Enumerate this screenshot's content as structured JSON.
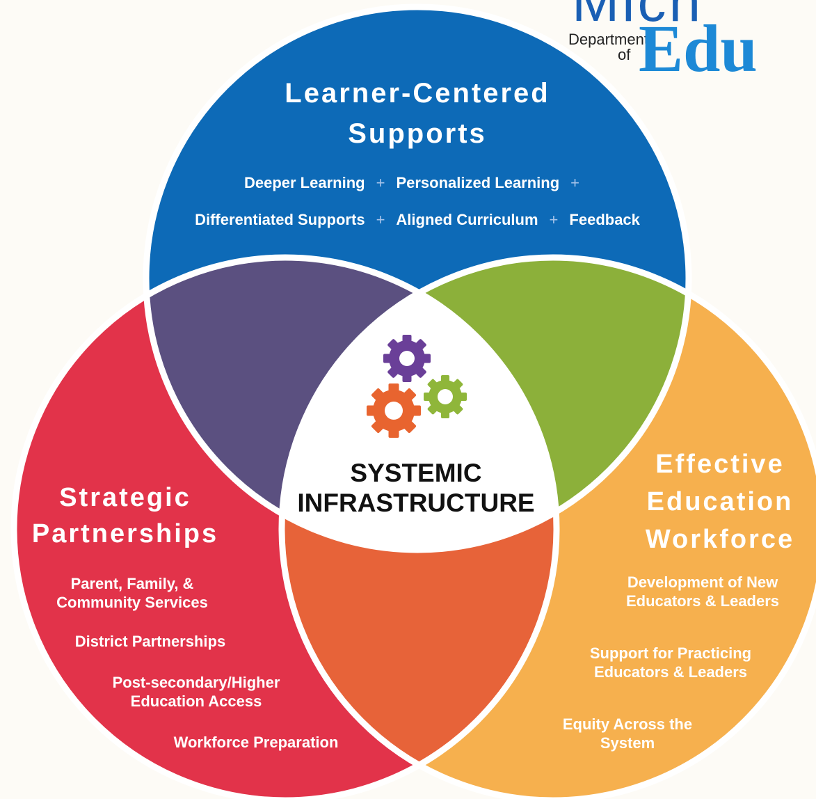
{
  "logo": {
    "department": "Department",
    "of": "of",
    "word": "Edu",
    "partial_top": "Mich"
  },
  "diagram": {
    "center": {
      "line1": "SYSTEMIC",
      "line2": "INFRASTRUCTURE"
    },
    "top": {
      "title_line1": "Learner-Centered",
      "title_line2": "Supports",
      "row1": [
        "Deeper Learning",
        "Personalized Learning"
      ],
      "row2": [
        "Differentiated Supports",
        "Aligned Curriculum",
        "Feedback"
      ],
      "separator": "+"
    },
    "left": {
      "title_line1": "Strategic",
      "title_line2": "Partnerships",
      "items": [
        [
          "Parent, Family, &",
          "Community Services"
        ],
        [
          "District Partnerships"
        ],
        [
          "Post-secondary/Higher",
          "Education Access"
        ],
        [
          "Workforce Preparation"
        ]
      ]
    },
    "right": {
      "title_line1": "Effective",
      "title_line2": "Education",
      "title_line3": "Workforce",
      "items": [
        [
          "Development of New",
          "Educators & Leaders"
        ],
        [
          "Support for Practicing",
          "Educators & Leaders"
        ],
        [
          "Equity Across the",
          "System"
        ]
      ]
    }
  },
  "colors": {
    "top_circle": "#0d6ab7",
    "left_circle": "#e2334a",
    "right_circle": "#f6b04e",
    "top_left_overlap": "#5b5080",
    "top_right_overlap": "#8cb03a",
    "bottom_overlap": "#e76339",
    "center": "#ffffff",
    "gear_purple": "#6a3f98",
    "gear_orange": "#e8642f",
    "gear_green": "#8fb63a"
  }
}
